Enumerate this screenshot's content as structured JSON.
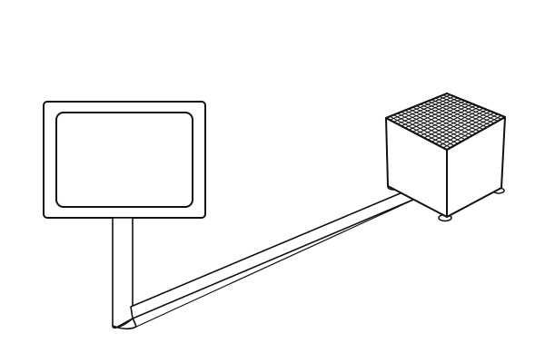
{
  "diagram": {
    "components": {
      "display": "monitor-screen",
      "cable": "flat-ribbon-cable",
      "device": "grid-top-cube"
    },
    "colors": {
      "stroke": "#111111",
      "fill": "#ffffff",
      "background": "#ffffff"
    }
  }
}
